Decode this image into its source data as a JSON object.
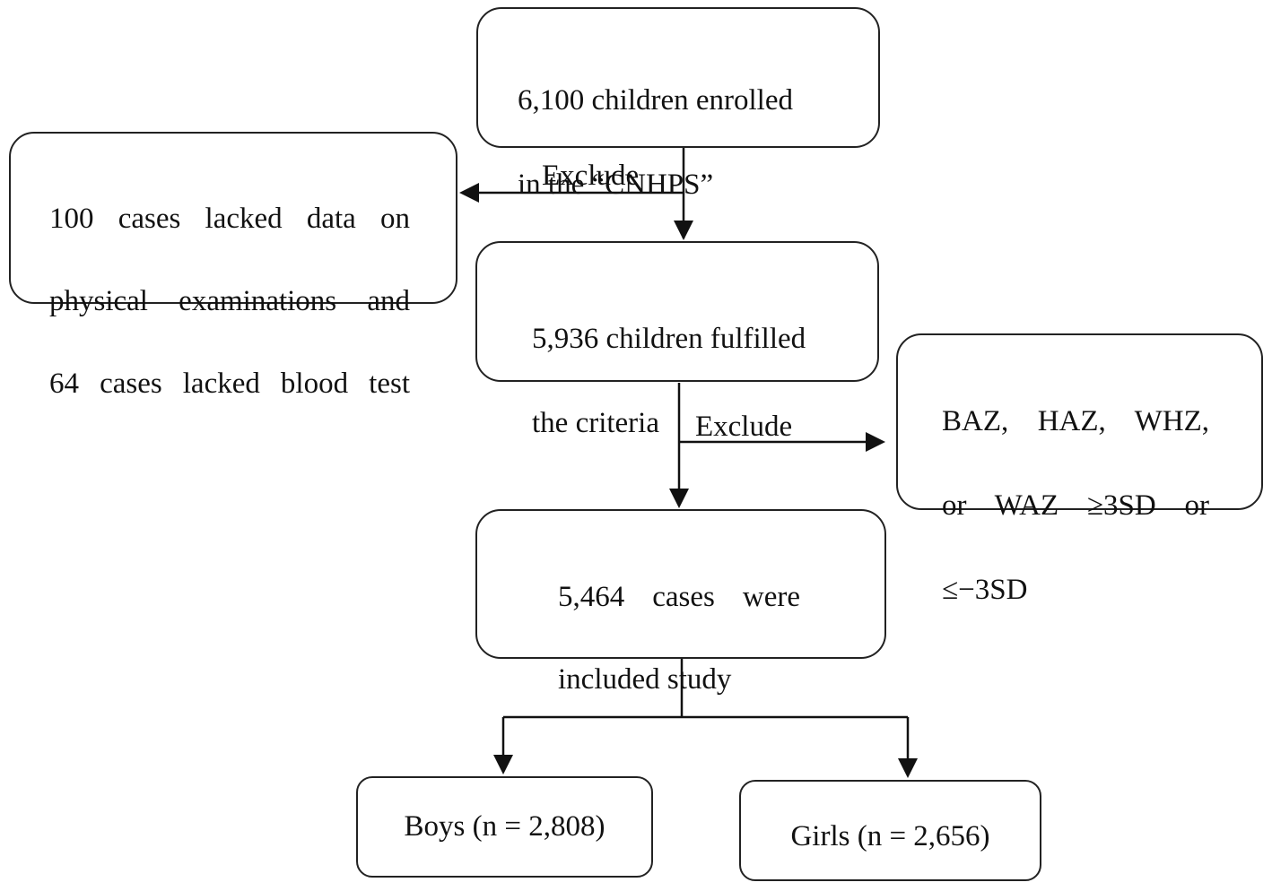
{
  "flowchart": {
    "enrolled": {
      "line1": "6,100 children enrolled",
      "line2": "in the “CNHPS”"
    },
    "exclude_1": {
      "label": "Exclude",
      "line1": "100 cases lacked data on",
      "line2": "physical examinations and",
      "line3": "64 cases lacked blood test"
    },
    "fulfilled": {
      "line1": "5,936 children fulfilled",
      "line2": "the criteria"
    },
    "exclude_2": {
      "label": "Exclude",
      "line1": "BAZ, HAZ, WHZ,",
      "line2": "or WAZ ≥3SD or",
      "line3": "≤−3SD"
    },
    "included": {
      "line1": "5,464 cases were",
      "line2": "included study"
    },
    "boys": {
      "label": "Boys (n = 2,808)"
    },
    "girls": {
      "label": "Girls (n = 2,656)"
    }
  }
}
